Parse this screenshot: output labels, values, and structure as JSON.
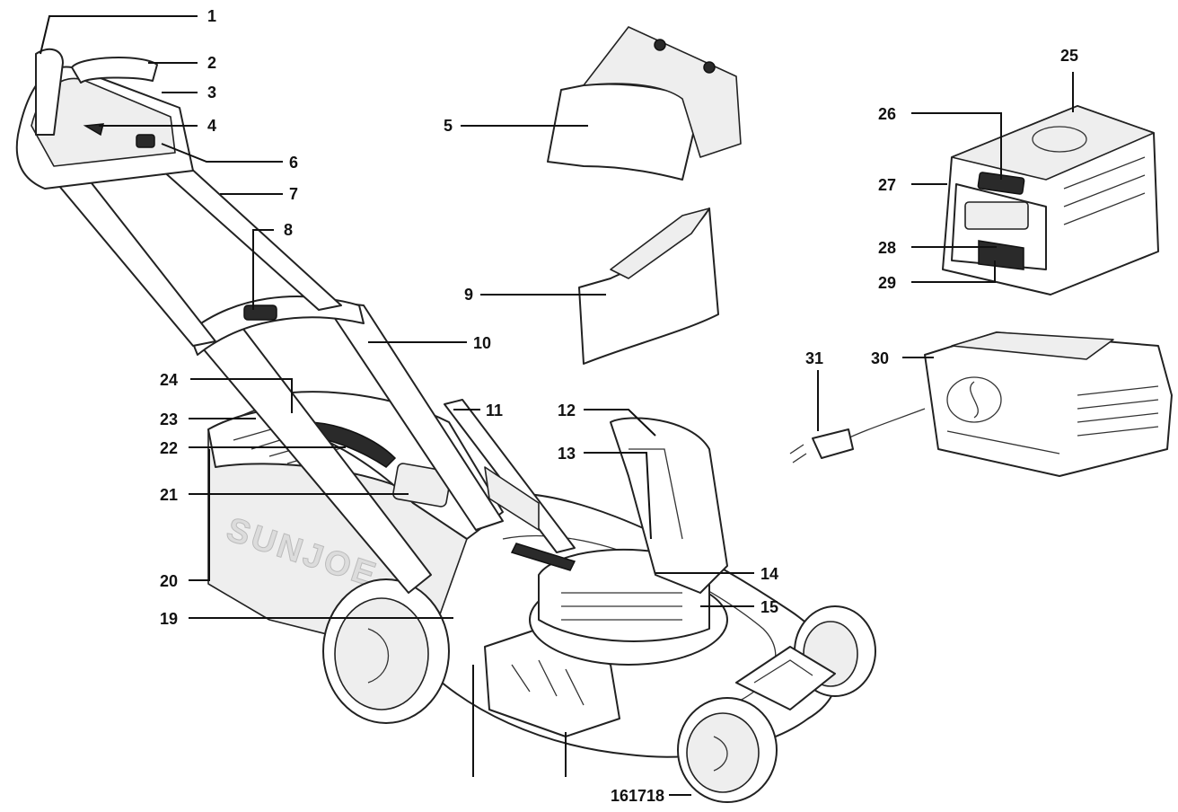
{
  "brand": {
    "watermark": "SUNJOE"
  },
  "diagram_code": "161718",
  "callouts": [
    {
      "id": "c1",
      "label": "1"
    },
    {
      "id": "c2",
      "label": "2"
    },
    {
      "id": "c3",
      "label": "3"
    },
    {
      "id": "c4",
      "label": "4"
    },
    {
      "id": "c5",
      "label": "5"
    },
    {
      "id": "c6",
      "label": "6"
    },
    {
      "id": "c7",
      "label": "7"
    },
    {
      "id": "c8",
      "label": "8"
    },
    {
      "id": "c9",
      "label": "9"
    },
    {
      "id": "c10",
      "label": "10"
    },
    {
      "id": "c11",
      "label": "11"
    },
    {
      "id": "c12",
      "label": "12"
    },
    {
      "id": "c13",
      "label": "13"
    },
    {
      "id": "c14",
      "label": "14"
    },
    {
      "id": "c15",
      "label": "15"
    },
    {
      "id": "c19",
      "label": "19"
    },
    {
      "id": "c20",
      "label": "20"
    },
    {
      "id": "c21",
      "label": "21"
    },
    {
      "id": "c22",
      "label": "22"
    },
    {
      "id": "c23",
      "label": "23"
    },
    {
      "id": "c24",
      "label": "24"
    },
    {
      "id": "c25",
      "label": "25"
    },
    {
      "id": "c26",
      "label": "26"
    },
    {
      "id": "c27",
      "label": "27"
    },
    {
      "id": "c28",
      "label": "28"
    },
    {
      "id": "c29",
      "label": "29"
    },
    {
      "id": "c30",
      "label": "30"
    },
    {
      "id": "c31",
      "label": "31"
    }
  ]
}
